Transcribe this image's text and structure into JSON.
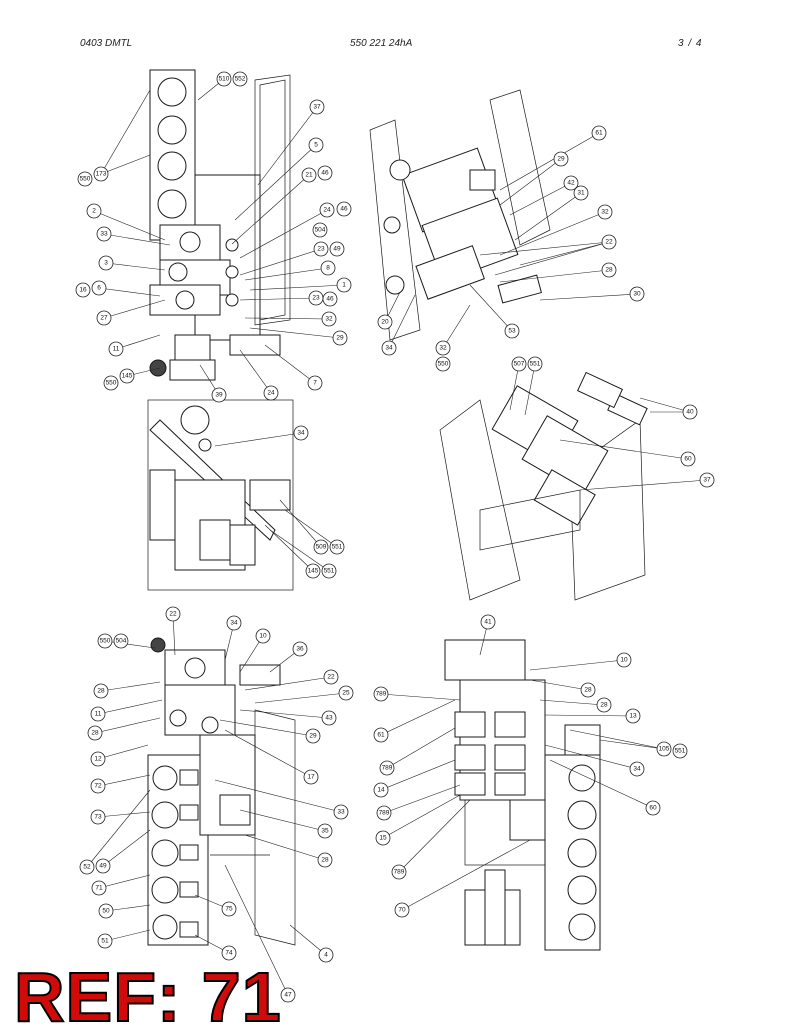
{
  "header": {
    "left": "0403 DMTL",
    "center": "550 221 24hA",
    "right": "3 /  4"
  },
  "reference_label": "REF: 71",
  "callouts": {
    "view_top_left": [
      "510",
      "552",
      "37",
      "5",
      "21",
      "46",
      "24",
      "46",
      "504",
      "49",
      "23",
      "8",
      "1",
      "23",
      "46",
      "32",
      "29",
      "7",
      "24",
      "39",
      "145",
      "550",
      "11",
      "27",
      "16",
      "6",
      "3",
      "33",
      "2",
      "173",
      "550"
    ],
    "view_top_right": [
      "61",
      "29",
      "42",
      "31",
      "32",
      "22",
      "28",
      "30",
      "53",
      "34",
      "32",
      "550",
      "20"
    ],
    "view_mid_left": [
      "34",
      "509",
      "551",
      "145",
      "551"
    ],
    "view_mid_right": [
      "507",
      "551",
      "40",
      "60",
      "37"
    ],
    "view_bottom_left": [
      "22",
      "550",
      "504",
      "34",
      "10",
      "36",
      "28",
      "22",
      "25",
      "11",
      "43",
      "28",
      "29",
      "12",
      "17",
      "72",
      "33",
      "73",
      "35",
      "52",
      "49",
      "71",
      "28",
      "50",
      "75",
      "51",
      "74",
      "4",
      "47"
    ],
    "view_bottom_right": [
      "41",
      "10",
      "789",
      "28",
      "61",
      "28",
      "13",
      "789",
      "105",
      "551",
      "14",
      "34",
      "789",
      "60",
      "15",
      "789",
      "70"
    ]
  }
}
